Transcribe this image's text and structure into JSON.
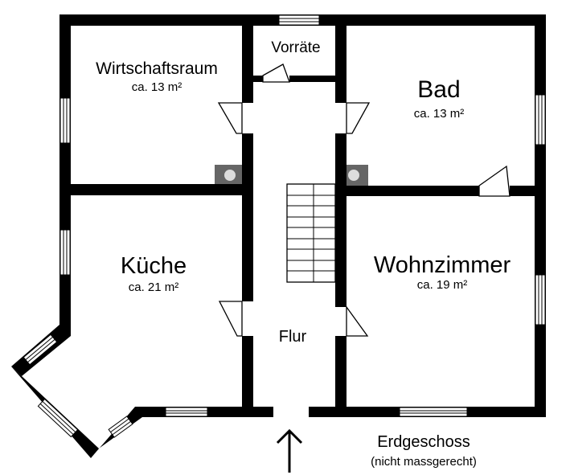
{
  "colors": {
    "wall": "#000000",
    "window": "#ffffff",
    "background": "#ffffff",
    "chimney": "#666666"
  },
  "rooms": {
    "wirtschaftsraum": {
      "name": "Wirtschaftsraum",
      "area": "ca. 13 m²"
    },
    "vorraete": {
      "name": "Vorräte"
    },
    "bad": {
      "name": "Bad",
      "area": "ca. 13 m²"
    },
    "kueche": {
      "name": "Küche",
      "area": "ca. 21 m²"
    },
    "wohnzimmer": {
      "name": "Wohnzimmer",
      "area": "ca. 19 m²"
    },
    "flur": {
      "name": "Flur"
    }
  },
  "footer": {
    "title": "Erdgeschoss",
    "note": "(nicht massgerecht)"
  },
  "icons": {
    "entrance": "arrow-up-icon",
    "chimney": "chimney-icon"
  }
}
